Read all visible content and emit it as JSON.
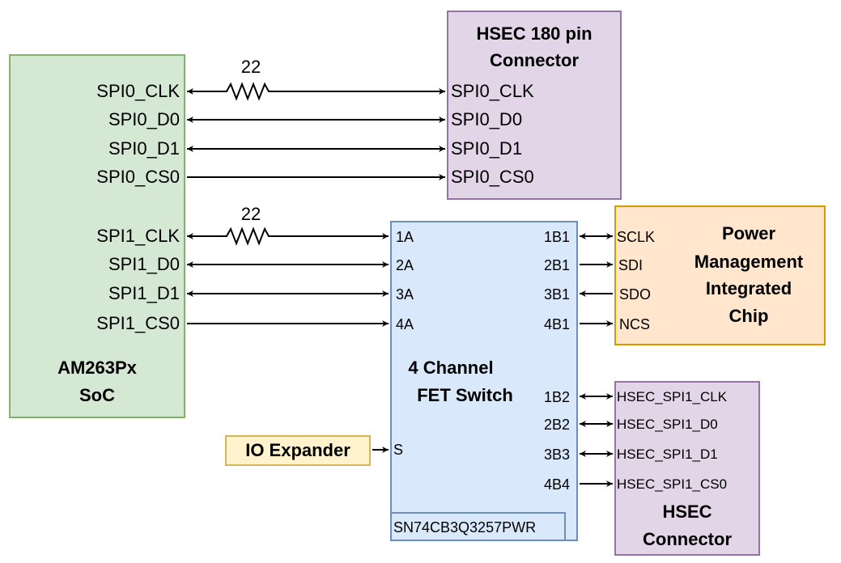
{
  "soc": {
    "title_line1": "AM263Px",
    "title_line2": "SoC",
    "pins": [
      "SPI0_CLK",
      "SPI0_D0",
      "SPI0_D1",
      "SPI0_CS0",
      "SPI1_CLK",
      "SPI1_D0",
      "SPI1_D1",
      "SPI1_CS0"
    ]
  },
  "hsec180": {
    "title_line1": "HSEC 180 pin",
    "title_line2": "Connector",
    "pins": [
      "SPI0_CLK",
      "SPI0_D0",
      "SPI0_D1",
      "SPI0_CS0"
    ]
  },
  "resistors": [
    "22",
    "22"
  ],
  "fet_switch": {
    "title_line1": "4 Channel",
    "title_line2": "FET Switch",
    "part_number": "SN74CB3Q3257PWR",
    "a_pins": [
      "1A",
      "2A",
      "3A",
      "4A"
    ],
    "b1_pins": [
      "1B1",
      "2B1",
      "3B1",
      "4B1"
    ],
    "b2_pins": [
      "1B2",
      "2B2",
      "3B3",
      "4B4"
    ],
    "select_pin": "S"
  },
  "pmic": {
    "title_lines": [
      "Power",
      "Management",
      "Integrated",
      "Chip"
    ],
    "pins": [
      "SCLK",
      "SDI",
      "SDO",
      "NCS"
    ]
  },
  "hsec_connector": {
    "title_line1": "HSEC",
    "title_line2": "Connector",
    "pins": [
      "HSEC_SPI1_CLK",
      "HSEC_SPI1_D0",
      "HSEC_SPI1_D1",
      "HSEC_SPI1_CS0"
    ]
  },
  "io_expander": {
    "label": "IO Expander"
  },
  "colors": {
    "soc_fill": "#d5e8d4",
    "soc_stroke": "#82b366",
    "hsec_fill": "#e1d5e7",
    "hsec_stroke": "#9673a6",
    "fet_fill": "#dae8fc",
    "fet_stroke": "#6c8ebf",
    "pmic_fill": "#ffe6cc",
    "pmic_stroke": "#d79b00",
    "io_fill": "#fff2cc",
    "io_stroke": "#d6b656"
  }
}
